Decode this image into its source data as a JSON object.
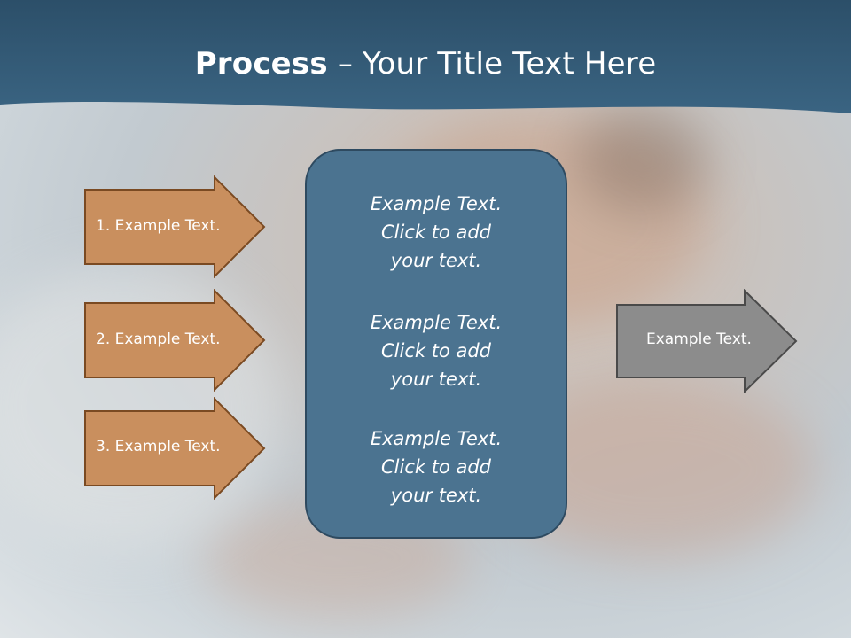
{
  "slide": {
    "title_bold": "Process",
    "title_rest": " – Your Title Text Here"
  },
  "left_arrows": [
    {
      "label": "1. Example Text."
    },
    {
      "label": "2. Example Text."
    },
    {
      "label": "3. Example Text."
    }
  ],
  "center_box": {
    "items": [
      {
        "line1": "Example Text.",
        "line2": "Click  to add",
        "line3": "your text."
      },
      {
        "line1": "Example Text.",
        "line2": "Click  to add",
        "line3": "your text."
      },
      {
        "line1": "Example Text.",
        "line2": "Click  to add",
        "line3": "your text."
      }
    ]
  },
  "right_arrow": {
    "label": "Example Text."
  },
  "colors": {
    "header": "#2f5673",
    "orange_arrow": "#c98f5e",
    "orange_border": "#7a4a22",
    "gray_arrow": "#8c8c8c",
    "center_box": "#4b7390"
  }
}
